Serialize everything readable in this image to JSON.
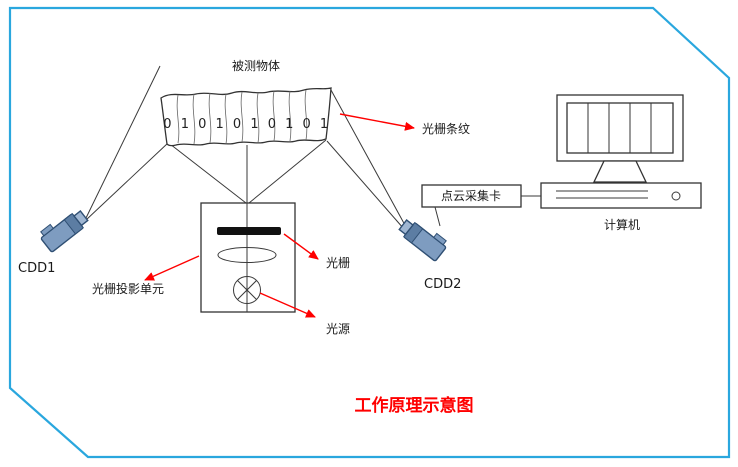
{
  "title": "工作原理示意图",
  "object": {
    "label": "被测物体",
    "fringe_digits": "0 1 0 1 0 1 0 1 0 1"
  },
  "cameras": {
    "left": "CDD1",
    "right": "CDD2"
  },
  "annotations": {
    "grating_stripes": "光栅条纹",
    "grating_projection_unit": "光栅投影单元",
    "grating": "光栅",
    "light_source": "光源"
  },
  "devices": {
    "point_cloud_card": "点云采集卡",
    "computer": "计算机"
  },
  "colors": {
    "border": "#2aa7de",
    "annotation_arrow": "#ff0000",
    "title": "#ff0000",
    "camera_body": "#7e9cc0",
    "camera_outline": "#2f4f73",
    "line": "#3a3a3a"
  }
}
